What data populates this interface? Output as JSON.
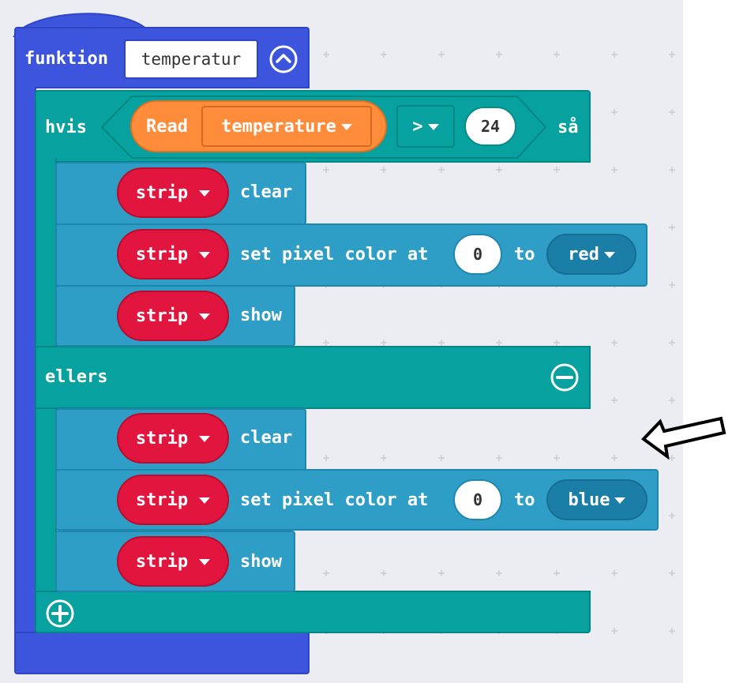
{
  "function_block": {
    "keyword": "funktion",
    "name": "temperatur",
    "collapse_icon": "chevron-up-circle-icon"
  },
  "if_block": {
    "keyword": "hvis",
    "then_keyword": "så",
    "else_keyword": "ellers",
    "remove_else_icon": "minus-circle-icon",
    "add_branch_icon": "plus-circle-icon",
    "condition": {
      "sensor_label": "Read",
      "sensor_value": "temperature",
      "operator": ">",
      "value": "24"
    }
  },
  "then_statements": [
    {
      "target": "strip",
      "action": "clear"
    },
    {
      "target": "strip",
      "action": "set pixel color at",
      "index": "0",
      "to_label": "to",
      "color": "red"
    },
    {
      "target": "strip",
      "action": "show"
    }
  ],
  "else_statements": [
    {
      "target": "strip",
      "action": "clear"
    },
    {
      "target": "strip",
      "action": "set pixel color at",
      "index": "0",
      "to_label": "to",
      "color": "blue"
    },
    {
      "target": "strip",
      "action": "show"
    }
  ],
  "annotation": {
    "arrow_icon": "left-arrow-outline-icon"
  },
  "colors": {
    "workspace": "#ecedf2",
    "function": "#3c55dc",
    "logic": "#07a19f",
    "neopixel": "#2f9ec6",
    "strip_variable": "#e1153d",
    "sensor": "#ff8c3b"
  }
}
